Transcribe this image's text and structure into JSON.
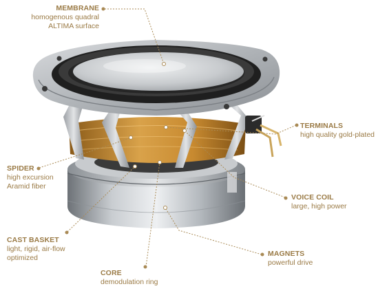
{
  "colors": {
    "accent": "#9a7a45",
    "leader": "#a98a55",
    "frame": "#b9bcc0",
    "surround": "#2a2a2a",
    "cone": "#c9cbcd",
    "spider": "#c68a2a",
    "magnet": "#9ea3a8"
  },
  "labels": {
    "membrane": {
      "title": "MEMBRANE",
      "desc": "homogenous quadral\nALTIMA surface"
    },
    "terminals": {
      "title": "TERMINALS",
      "desc": "high quality gold-plated"
    },
    "spider": {
      "title": "SPIDER",
      "desc": "high excursion\nAramid fiber"
    },
    "voice_coil": {
      "title": "VOICE COIL",
      "desc": "large, high power"
    },
    "cast_basket": {
      "title": "CAST BASKET",
      "desc": "light, rigid, air-flow\noptimized"
    },
    "magnets": {
      "title": "MAGNETS",
      "desc": "powerful drive"
    },
    "core": {
      "title": "CORE",
      "desc": "demodulation ring"
    }
  }
}
